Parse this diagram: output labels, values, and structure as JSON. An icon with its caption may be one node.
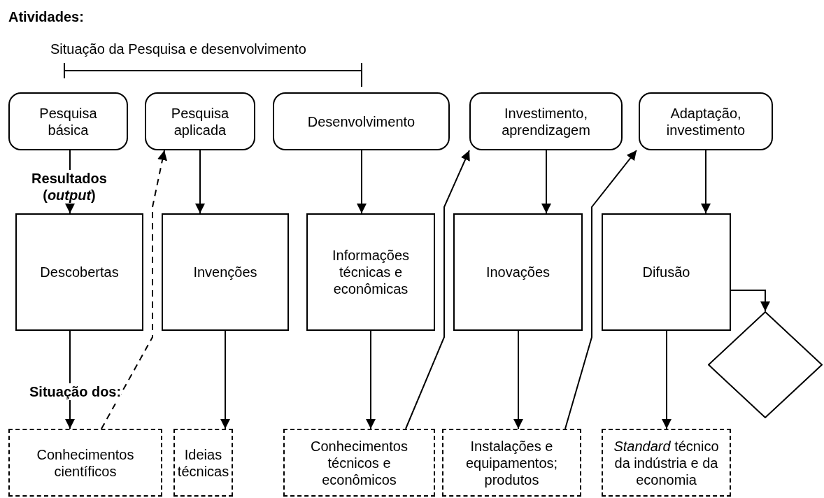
{
  "diagram": {
    "nodes": [
      {
        "text": [
          "Pesquisa básica"
        ]
      },
      {
        "text": [
          "Pesquisa aplicada"
        ]
      },
      {
        "text": [
          "Desenvolvimento"
        ]
      },
      {
        "text": [
          "Investimento, aprendizagem"
        ]
      },
      {
        "text": [
          "Adaptação, investimento"
        ]
      },
      {
        "text": [
          "Descobertas"
        ]
      },
      {
        "text": [
          "Invenções"
        ]
      },
      {
        "text": [
          "Informações técnicas e econômicas"
        ]
      },
      {
        "text": [
          "Inovações"
        ]
      },
      {
        "text": [
          "Difusão"
        ]
      },
      {
        "text": [],
        "shape": "diamond"
      },
      {
        "text": [
          "Conhecimentos científicos"
        ]
      },
      {
        "text": [
          "Ideias técnicas"
        ]
      },
      {
        "text": [
          "Conhecimentos técnicos e econômicos"
        ]
      },
      {
        "text": [
          "Instalações e equipamentos; produtos"
        ]
      },
      {
        "text": [
          "*Standard* técnico da indústria e da economia"
        ]
      }
    ],
    "edges": [
      {
        "from": 0,
        "to": 5,
        "arrow": "to"
      },
      {
        "from": 1,
        "to": 6,
        "arrow": "to"
      },
      {
        "from": 2,
        "to": 7,
        "arrow": "to"
      },
      {
        "from": 3,
        "to": 8,
        "arrow": "to"
      },
      {
        "from": 4,
        "to": 9,
        "arrow": "to"
      },
      {
        "from": 5,
        "to": 11,
        "arrow": "to"
      },
      {
        "from": 6,
        "to": 12,
        "arrow": "to"
      },
      {
        "from": 7,
        "to": 13,
        "arrow": "to"
      },
      {
        "from": 8,
        "to": 14,
        "arrow": "to"
      },
      {
        "from": 9,
        "to": 15,
        "arrow": "to"
      },
      {
        "from": 9,
        "to": 10,
        "arrow": "to"
      },
      {
        "from": 11,
        "to": 1,
        "arrow": "to",
        "style": "dashed"
      },
      {
        "from": 13,
        "to": 3,
        "arrow": "to"
      },
      {
        "from": 14,
        "to": 4,
        "arrow": "to"
      }
    ],
    "labels": [
      "Atividades:",
      "Situação da Pesquisa e desenvolvimento",
      "Resultados (*output*)",
      "Situação dos:"
    ]
  }
}
